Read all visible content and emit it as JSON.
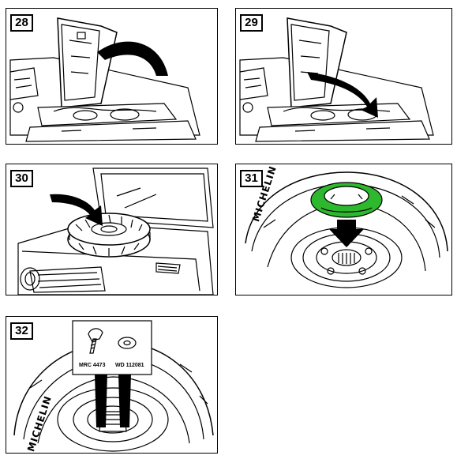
{
  "steps": [
    {
      "number": "28"
    },
    {
      "number": "29"
    },
    {
      "number": "30"
    },
    {
      "number": "31"
    },
    {
      "number": "32",
      "parts": [
        {
          "code": "MRC 4473",
          "icon": "bolt-icon"
        },
        {
          "code": "WD 112081",
          "icon": "washer-icon"
        }
      ]
    }
  ],
  "tire_brand": "MICHELIN",
  "colors": {
    "highlight": "#2db82d",
    "line": "#000000"
  }
}
